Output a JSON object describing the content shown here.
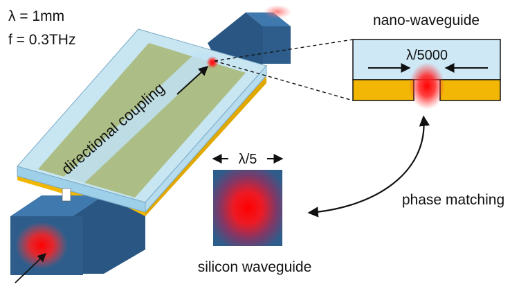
{
  "params": {
    "wavelength": "λ = 1mm",
    "frequency": "f = 0.3THz"
  },
  "labels": {
    "directional_coupling": "directional coupling",
    "nano_waveguide": "nano-waveguide",
    "nano_gap": "λ/5000",
    "silicon_width": "λ/5",
    "phase_matching": "phase matching",
    "silicon_waveguide": "silicon waveguide"
  },
  "colors": {
    "silicon": "#2e5d8c",
    "silicon_light": "#3f79ad",
    "gold": "#f2b705",
    "glass": "#aedcf2",
    "coupling_region": "#a8b97a",
    "mode": "#ff1a1a",
    "line": "#111111"
  }
}
